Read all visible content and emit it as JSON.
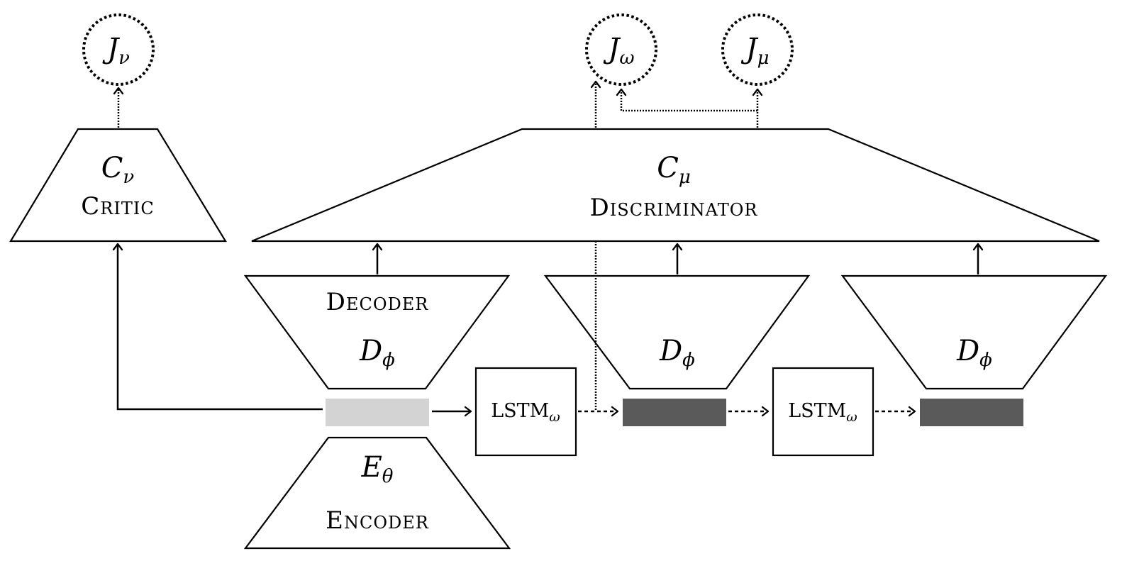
{
  "objectives": [
    {
      "base": "J",
      "sub": "ν"
    },
    {
      "base": "J",
      "sub": "ω"
    },
    {
      "base": "J",
      "sub": "μ"
    }
  ],
  "critic": {
    "symbol": "C",
    "sub": "ν",
    "label": "Critic"
  },
  "discriminator": {
    "symbol": "C",
    "sub": "μ",
    "label": "Discriminator"
  },
  "decoders": [
    {
      "label": "Decoder",
      "symbol": "D",
      "sub": "ϕ"
    },
    {
      "label": "",
      "symbol": "D",
      "sub": "ϕ"
    },
    {
      "label": "",
      "symbol": "D",
      "sub": "ϕ"
    }
  ],
  "encoder": {
    "symbol": "E",
    "sub": "θ",
    "label": "Encoder"
  },
  "lstm_blocks": [
    {
      "base": "LSTM",
      "sub": "ω"
    },
    {
      "base": "LSTM",
      "sub": "ω"
    }
  ],
  "latent_codes": [
    {
      "fill": "#d3d3d3"
    },
    {
      "fill": "#5a5a5a"
    },
    {
      "fill": "#5a5a5a"
    }
  ]
}
